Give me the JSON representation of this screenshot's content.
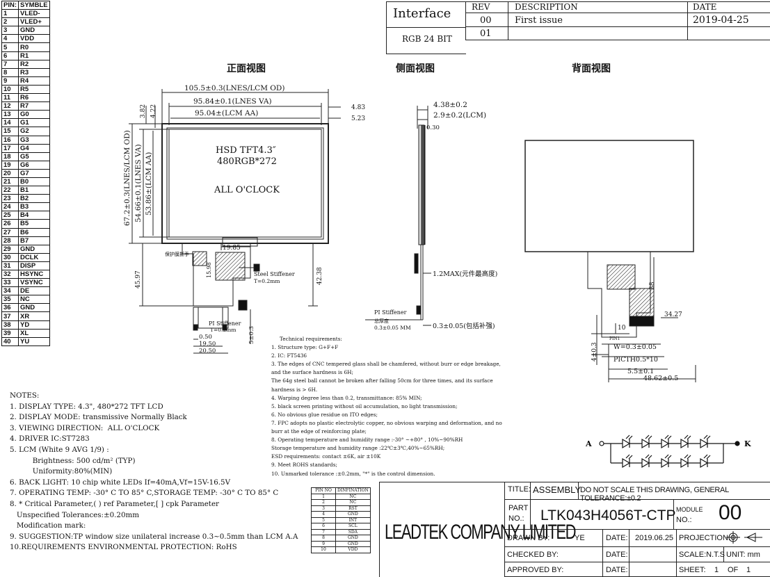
{
  "pin_table": {
    "header": [
      "PIN:",
      "SYMBLE"
    ],
    "rows": [
      [
        "1",
        "VLED-"
      ],
      [
        "2",
        "VLED+"
      ],
      [
        "3",
        "GND"
      ],
      [
        "4",
        "VDD"
      ],
      [
        "5",
        "R0"
      ],
      [
        "6",
        "R1"
      ],
      [
        "7",
        "R2"
      ],
      [
        "8",
        "R3"
      ],
      [
        "9",
        "R4"
      ],
      [
        "10",
        "R5"
      ],
      [
        "11",
        "R6"
      ],
      [
        "12",
        "R7"
      ],
      [
        "13",
        "G0"
      ],
      [
        "14",
        "G1"
      ],
      [
        "15",
        "G2"
      ],
      [
        "16",
        "G3"
      ],
      [
        "17",
        "G4"
      ],
      [
        "18",
        "G5"
      ],
      [
        "19",
        "G6"
      ],
      [
        "20",
        "G7"
      ],
      [
        "21",
        "B0"
      ],
      [
        "22",
        "B1"
      ],
      [
        "23",
        "B2"
      ],
      [
        "24",
        "B3"
      ],
      [
        "25",
        "B4"
      ],
      [
        "26",
        "B5"
      ],
      [
        "27",
        "B6"
      ],
      [
        "28",
        "B7"
      ],
      [
        "29",
        "GND"
      ],
      [
        "30",
        "DCLK"
      ],
      [
        "31",
        "DISP"
      ],
      [
        "32",
        "HSYNC"
      ],
      [
        "33",
        "VSYNC"
      ],
      [
        "34",
        "DE"
      ],
      [
        "35",
        "NC"
      ],
      [
        "36",
        "GND"
      ],
      [
        "37",
        "XR"
      ],
      [
        "38",
        "YD"
      ],
      [
        "39",
        "XL"
      ],
      [
        "40",
        "YU"
      ]
    ]
  },
  "revision": {
    "interface_label": "Interface",
    "interface_value": "RGB 24 BIT",
    "headers": {
      "rev": "REV",
      "description": "DESCRIPTION",
      "date": "DATE"
    },
    "rows": [
      {
        "rev": "00",
        "description": "First issue",
        "date": "2019-04-25"
      },
      {
        "rev": "01",
        "description": "",
        "date": ""
      }
    ]
  },
  "views": {
    "front": "正面视图",
    "side": "侧面视图",
    "back": "背面视图"
  },
  "front_drawing": {
    "panel_line1": "HSD TFT4.3″",
    "panel_line2": "480RGB*272",
    "panel_line3": "ALL O'CLOCK",
    "dim_outer_w": "105.5±0.3(LNES/LCM OD)",
    "dim_va_w": "95.84±0.1(LNES VA)",
    "dim_aa_w": "95.04±(LCM AA)",
    "dim_outer_h": "67.2±0.3(LNES/LCM OD)",
    "dim_va_h": "54.66±0.1(LNES VA)",
    "dim_aa_h": "53.86±(LCM AA)",
    "dim_3_82": "3.82",
    "dim_4_22": "4.22",
    "dim_4_83": "4.83",
    "dim_5_23": "5.23",
    "dim_19_85": "19.85",
    "dim_45_97": "45.97",
    "dim_42_38": "42.38",
    "dim_15_98": "15.98",
    "dim_5_0_3": "5±0.3",
    "dim_0_50": "0.50",
    "dim_19_50": "19.50",
    "dim_20_50": "20.50",
    "protect_film": "保护膜撕手",
    "steel_stiffener": "Steel Stiffener",
    "steel_t": "T=0.2mm",
    "pi_stiffener": "PI Stiffener",
    "pi_t": "T=0.2mm"
  },
  "side_drawing": {
    "dim_4_38": "4.38±0.2",
    "dim_2_9": "2.9±0.2(LCM)",
    "dim_0_30": "0.30",
    "dim_1_2max": "1.2MAX(元件最高度)",
    "pi_stiffener": "PI  Stiffener",
    "pi_total": "总厚度",
    "pi_thk": "0.3±0.05 MM",
    "dim_0_3": "0.3±0.05(包括补强)"
  },
  "back_drawing": {
    "dim_38": "38",
    "dim_34_27": "34.27",
    "dim_10": "10",
    "dim_4_0_3": "4±0.3",
    "pin_label": "PIN1",
    "dim_w": "W=0.3±0.05",
    "dim_pitch": "PICTH0.5*10",
    "dim_5_5": "5.5±0.1",
    "dim_48_62": "48.62±0.5"
  },
  "led": {
    "anode": "A",
    "cathode": "K"
  },
  "notes": {
    "title": "NOTES:",
    "items": [
      "1. DISPLAY TYPE: 4.3\", 480*272 TFT LCD",
      "2. DISPLAY MODE: transmissive Normally Black",
      "3. VIEWING DIRECTION:  ALL O'CLOCK",
      "4. DRIVER IC:ST7283",
      "5. LCM (White 9 AVG 1/9) :",
      "          Brightness: 500 cd/m² (TYP)",
      "          Uniformity:80%(MIN)",
      "6. BACK LIGHT: 10 chip white LEDs If=40mA,Vf=15V-16.5V",
      "7. OPERATING TEMP: -30° C TO 85° C,STORAGE TEMP: -30° C TO 85° C",
      "8. * Critical Parameter,( ) ref Parameter,[ ] cpk Parameter",
      "   Unspecified Tolerances:±0.20mm",
      "   Modification mark:",
      "9. SUGGESTION:TP window size unilateral increase 0.3~0.5mm than LCM A.A",
      "10.REQUIREMENTS ENVIRONMENTAL PROTECTION: RoHS"
    ]
  },
  "tech_requirements": {
    "title": "Technical requirements:",
    "items": [
      "1. Structure type: G+F+F",
      "2. IC: FT5436",
      "3. The edges of CNC tempered glass shall be chamfered, without burr or edge breakage, and the surface hardness is 6H;",
      "The 64g steel ball cannot be broken after falling 50cm for three times, and its surface hardness is > 6H.",
      "4. Warping degree less than 0.2, transmittance: 85% MIN;",
      "5. black screen printing without oil accumulation, no light transmission;",
      "6. No obvious glue residue on ITO edges;",
      "7. FPC adopts no plastic electrolytic copper, no obvious warping and deformation, and no burr at the edge of reinforcing plate;",
      "8. Operating temperature and humidity range :-30° ~+80° , 10%~90%RH",
      "Storage temperature and humidity range :22℃±3℃,40%~65%RH;",
      "ESD requirements: contact ±6K, air ±10K",
      "9. Meet ROHS standards;",
      "10. Unmarked tolerance :±0.2mm, \"*\" is the control dimension."
    ]
  },
  "small_pin_table": {
    "header": [
      "PIN NO",
      "DINFINATION"
    ],
    "rows": [
      [
        "1",
        "NC"
      ],
      [
        "2",
        "NC"
      ],
      [
        "3",
        "RST"
      ],
      [
        "4",
        "GND"
      ],
      [
        "5",
        "INT"
      ],
      [
        "6",
        "SCL"
      ],
      [
        "7",
        "SDA"
      ],
      [
        "8",
        "GND"
      ],
      [
        "9",
        "GND"
      ],
      [
        "10",
        "VDD"
      ]
    ]
  },
  "title_block": {
    "company": "LEADTEK COMPANY LIMITED",
    "title_label": "TITLE:",
    "title_value": "ASSEMBLY",
    "scale_note": "DO NOT SCALE THIS DRAWING, GENERAL TOLERANCE:±0.2",
    "part_label_1": "PART",
    "part_label_2": "NO.:",
    "part_value": "LTK043H4056T-CTP",
    "module_label_1": "MODULE",
    "module_label_2": "NO.:",
    "module_value": "00",
    "drawn_label": "DRAWN BY:",
    "drawn_value": "YE",
    "date_label": "DATE:",
    "date_value": "2019.06.25",
    "projection_label": "PROJECTION:",
    "checked_label": "CHECKED BY:",
    "scale_label": "SCALE:N.T.S",
    "unit_label": "UNIT:  mm",
    "approved_label": "APPROVED BY:",
    "sheet_label": "SHEET:",
    "sheet_value": "1",
    "of_label": "OF",
    "of_value": "1"
  }
}
